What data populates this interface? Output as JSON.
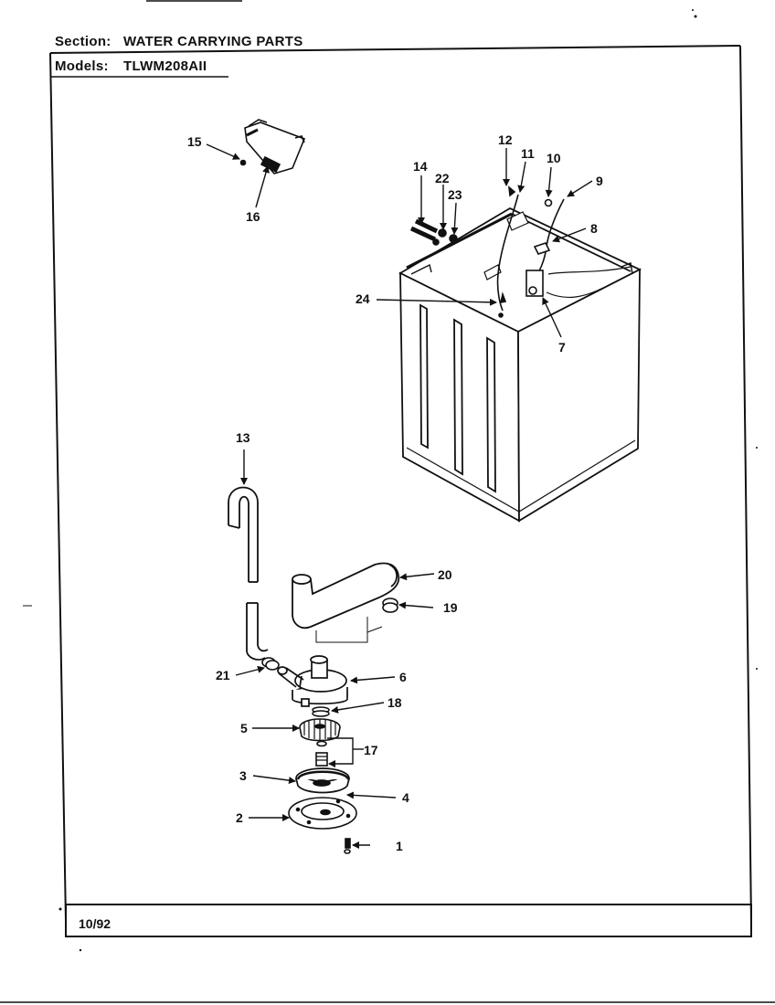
{
  "header": {
    "section_label": "Section:",
    "section_value": "WATER CARRYING PARTS",
    "models_label": "Models:",
    "models_value": "TLWM208AII"
  },
  "callouts": [
    {
      "id": "c1",
      "text": "1"
    },
    {
      "id": "c2",
      "text": "2"
    },
    {
      "id": "c3",
      "text": "3"
    },
    {
      "id": "c4",
      "text": "4"
    },
    {
      "id": "c5",
      "text": "5"
    },
    {
      "id": "c6",
      "text": "6"
    },
    {
      "id": "c7",
      "text": "7"
    },
    {
      "id": "c8",
      "text": "8"
    },
    {
      "id": "c9",
      "text": "9"
    },
    {
      "id": "c10",
      "text": "10"
    },
    {
      "id": "c11",
      "text": "11"
    },
    {
      "id": "c12",
      "text": "12"
    },
    {
      "id": "c13",
      "text": "13"
    },
    {
      "id": "c14",
      "text": "14"
    },
    {
      "id": "c15",
      "text": "15"
    },
    {
      "id": "c16",
      "text": "16"
    },
    {
      "id": "c17",
      "text": "17"
    },
    {
      "id": "c18",
      "text": "18"
    },
    {
      "id": "c19",
      "text": "19"
    },
    {
      "id": "c20",
      "text": "20"
    },
    {
      "id": "c21",
      "text": "21"
    },
    {
      "id": "c22",
      "text": "22"
    },
    {
      "id": "c23",
      "text": "23"
    },
    {
      "id": "c24",
      "text": "24"
    }
  ],
  "footer": {
    "date": "10/92"
  }
}
